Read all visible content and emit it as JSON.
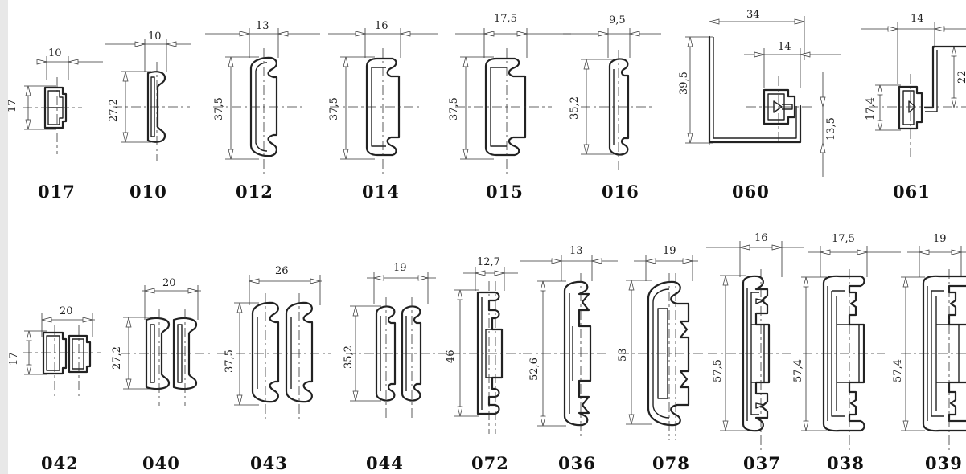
{
  "profiles": [
    {
      "code": "017",
      "w": "10",
      "h": "17"
    },
    {
      "code": "010",
      "w": "10",
      "h": "27,2"
    },
    {
      "code": "012",
      "w": "13",
      "h": "37,5"
    },
    {
      "code": "014",
      "w": "16",
      "h": "37,5"
    },
    {
      "code": "015",
      "w": "17,5",
      "h": "37,5"
    },
    {
      "code": "016",
      "w": "9,5",
      "h": "35,2"
    },
    {
      "code": "060",
      "w": "34",
      "w2": "14",
      "h": "39,5",
      "h2": "13,5"
    },
    {
      "code": "061",
      "w": "14",
      "h": "17,4",
      "h2": "22"
    },
    {
      "code": "042",
      "w": "20",
      "h": "17"
    },
    {
      "code": "040",
      "w": "20",
      "h": "27,2"
    },
    {
      "code": "043",
      "w": "26",
      "h": "37,5"
    },
    {
      "code": "044",
      "w": "19",
      "h": "35,2"
    },
    {
      "code": "072",
      "w": "12,7",
      "h": "46"
    },
    {
      "code": "036",
      "w": "13",
      "h": "52,6"
    },
    {
      "code": "078",
      "w": "19",
      "h": "53"
    },
    {
      "code": "037",
      "w": "16",
      "h": "57,5"
    },
    {
      "code": "038",
      "w": "17,5",
      "h": "57,4"
    },
    {
      "code": "039",
      "w": "19",
      "h": "57,4"
    }
  ]
}
